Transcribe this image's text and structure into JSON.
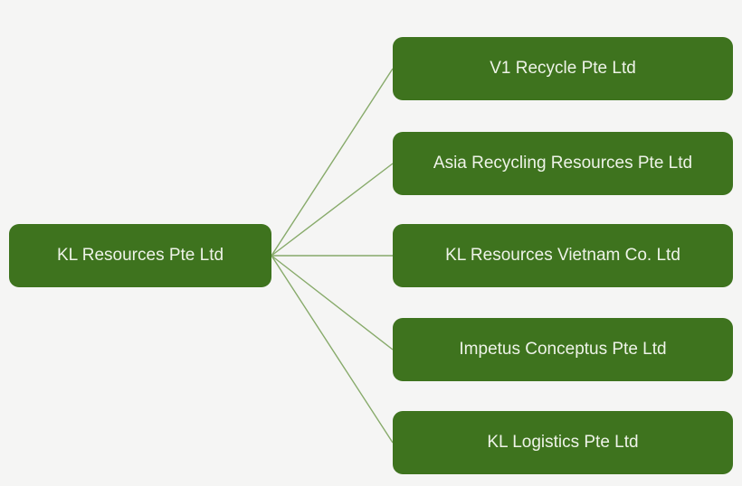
{
  "org_chart": {
    "root": {
      "label": "KL Resources Pte Ltd"
    },
    "children": [
      {
        "label": "V1 Recycle Pte Ltd"
      },
      {
        "label": "Asia Recycling Resources Pte Ltd"
      },
      {
        "label": "KL Resources Vietnam Co. Ltd"
      },
      {
        "label": "Impetus Conceptus Pte Ltd"
      },
      {
        "label": "KL Logistics Pte Ltd"
      }
    ],
    "colors": {
      "node_fill": "#3e731e",
      "node_text": "#eef3e8",
      "connector": "#87aa6a",
      "background": "#f5f5f4"
    }
  }
}
